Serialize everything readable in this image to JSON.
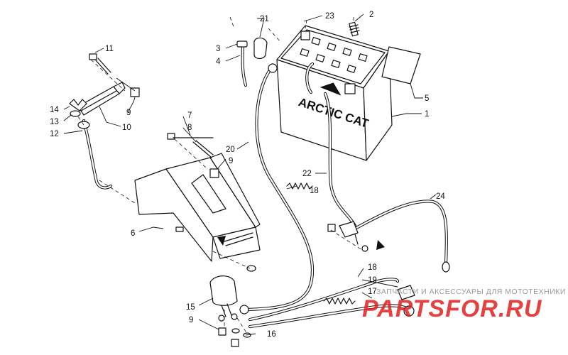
{
  "brand": {
    "logo_text": "ARCTIC CAT"
  },
  "watermark": {
    "caption": "ЗАПЧАСТИ И АКСЕССУАРЫ ДЛЯ МОТОТЕХНИКИ",
    "site": "PARTSFOR.RU",
    "accent_color": "#e02020"
  },
  "callouts": {
    "c1": "1",
    "c2": "2",
    "c3": "3",
    "c4": "4",
    "c5": "5",
    "c6": "6",
    "c7": "7",
    "c8": "8",
    "c9a": "9",
    "c9b": "9",
    "c9c": "9",
    "c10": "10",
    "c11": "11",
    "c12": "12",
    "c13": "13",
    "c14": "14",
    "c15": "15",
    "c16": "16",
    "c17": "17",
    "c18a": "18",
    "c18b": "18",
    "c19": "19",
    "c20": "20",
    "c21": "21",
    "c22": "22",
    "c23": "23",
    "c24": "24"
  }
}
